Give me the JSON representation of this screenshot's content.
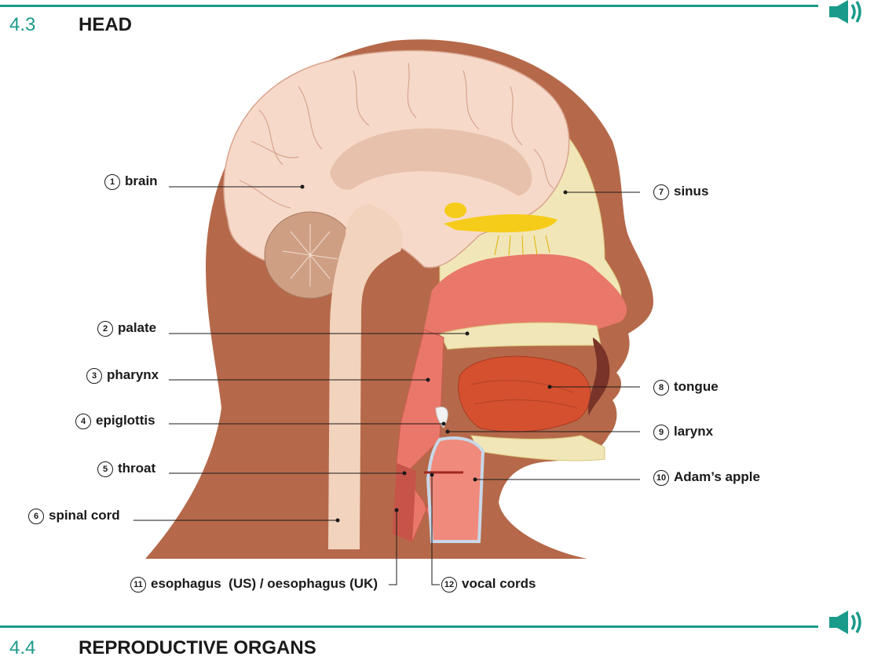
{
  "sections": [
    {
      "number": "4.3",
      "title": "HEAD"
    },
    {
      "number": "4.4",
      "title": "REPRODUCTIVE ORGANS"
    }
  ],
  "colors": {
    "accent": "#1a9a8a",
    "skin": "#b5694a",
    "brain": "#f6d9c9",
    "tissue": "#e9786a"
  },
  "icons": {
    "audio": "speaker-audio-icon"
  },
  "labels": [
    {
      "n": "1",
      "text": "brain"
    },
    {
      "n": "2",
      "text": "palate"
    },
    {
      "n": "3",
      "text": "pharynx"
    },
    {
      "n": "4",
      "text": "epiglottis"
    },
    {
      "n": "5",
      "text": "throat"
    },
    {
      "n": "6",
      "text": "spinal cord"
    },
    {
      "n": "7",
      "text": "sinus"
    },
    {
      "n": "8",
      "text": "tongue"
    },
    {
      "n": "9",
      "text": "larynx"
    },
    {
      "n": "10",
      "text": "Adam’s apple"
    },
    {
      "n": "11",
      "text": "esophagus  (US) / oesophagus (UK)"
    },
    {
      "n": "12",
      "text": "vocal cords"
    }
  ]
}
